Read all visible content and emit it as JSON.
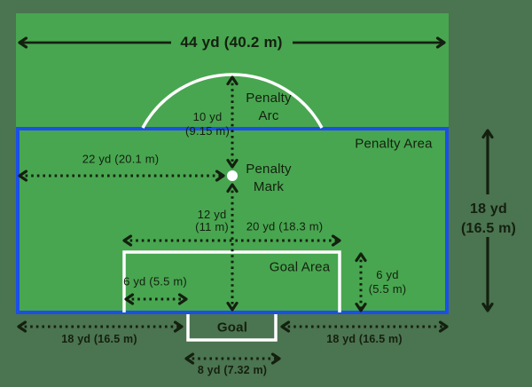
{
  "diagram": {
    "top_width": "44 yd (40.2 m)",
    "penalty_arc": {
      "line1": "Penalty",
      "line2": "Arc"
    },
    "arc_radius": {
      "line1": "10 yd",
      "line2": "(9.15 m)"
    },
    "penalty_area_label": "Penalty Area",
    "mark_distance": "22 yd (20.1 m)",
    "penalty_mark": {
      "line1": "Penalty",
      "line2": "Mark"
    },
    "mark_to_goal_line": {
      "line1": "12 yd",
      "line2": "(11 m)"
    },
    "goal_area_width": "20 yd (18.3 m)",
    "goal_area_label": "Goal Area",
    "goal_area_side": "6 yd (5.5 m)",
    "goal_area_depth": {
      "line1": "6 yd",
      "line2": "(5.5 m)"
    },
    "penalty_area_depth": {
      "line1": "18 yd",
      "line2": "(16.5 m)"
    },
    "goal_line_left": "18 yd (16.5 m)",
    "goal_label": "Goal",
    "goal_line_right": "18 yd (16.5 m)",
    "goal_width": "8 yd (7.32 m)"
  },
  "colors": {
    "background": "#4b7450",
    "field": "#48a650",
    "penalty_box_border": "#1b4fe8",
    "line_white": "#ffffff",
    "ink": "#14200f"
  }
}
